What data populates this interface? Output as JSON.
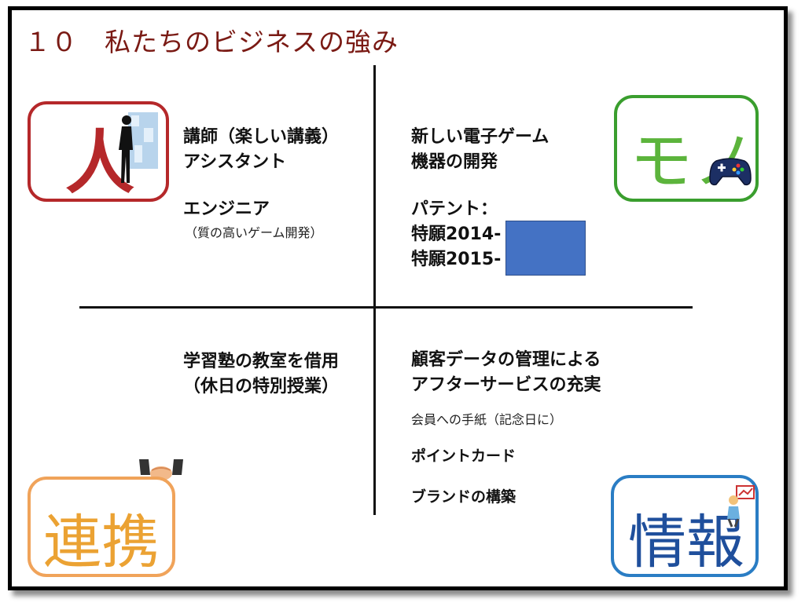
{
  "title": "１０　私たちのビジネスの強み",
  "quadrants": {
    "hito": {
      "label": "人",
      "lines": [
        "講師（楽しい講義）",
        "アシスタント"
      ],
      "sub_title": "エンジニア",
      "sub_note": "（質の高いゲーム開発）"
    },
    "mono": {
      "label": "モノ",
      "lines": [
        "新しい電子ゲーム",
        "機器の開発"
      ],
      "patent_label": "パテント：",
      "patents": [
        "特願2014-",
        "特願2015-"
      ]
    },
    "renkei": {
      "label": "連携",
      "lines": [
        "学習塾の教室を借用",
        "（休日の特別授業）"
      ]
    },
    "joho": {
      "label": "情報",
      "lines": [
        "顧客データの管理による",
        "アフターサービスの充実"
      ],
      "items": [
        "会員への手紙（記念日に）",
        "ポイントカード",
        "ブランドの構築"
      ]
    }
  },
  "colors": {
    "title": "#7a1a14",
    "hito": "#b5282a",
    "mono": "#3a9e2e",
    "renkei": "#eba233",
    "joho": "#1f4f9c",
    "redaction": "#4472c4"
  },
  "icons": [
    "businesswoman-silhouette-icon",
    "gamepad-icon",
    "handshake-icon",
    "person-with-chart-icon"
  ]
}
